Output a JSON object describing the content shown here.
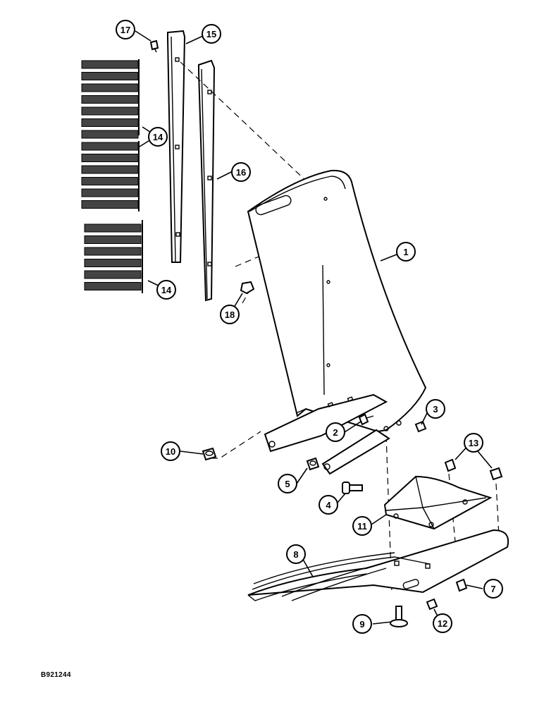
{
  "figure": {
    "reference_code": "B921244",
    "callouts": [
      {
        "id": "c1",
        "label": "1"
      },
      {
        "id": "c2",
        "label": "2"
      },
      {
        "id": "c3",
        "label": "3"
      },
      {
        "id": "c4",
        "label": "4"
      },
      {
        "id": "c5",
        "label": "5"
      },
      {
        "id": "c7",
        "label": "7"
      },
      {
        "id": "c8",
        "label": "8"
      },
      {
        "id": "c9",
        "label": "9"
      },
      {
        "id": "c10",
        "label": "10"
      },
      {
        "id": "c11",
        "label": "11"
      },
      {
        "id": "c12",
        "label": "12"
      },
      {
        "id": "c13",
        "label": "13"
      },
      {
        "id": "c14a",
        "label": "14"
      },
      {
        "id": "c14b",
        "label": "14"
      },
      {
        "id": "c15",
        "label": "15"
      },
      {
        "id": "c16",
        "label": "16"
      },
      {
        "id": "c17",
        "label": "17"
      },
      {
        "id": "c18",
        "label": "18"
      }
    ]
  }
}
